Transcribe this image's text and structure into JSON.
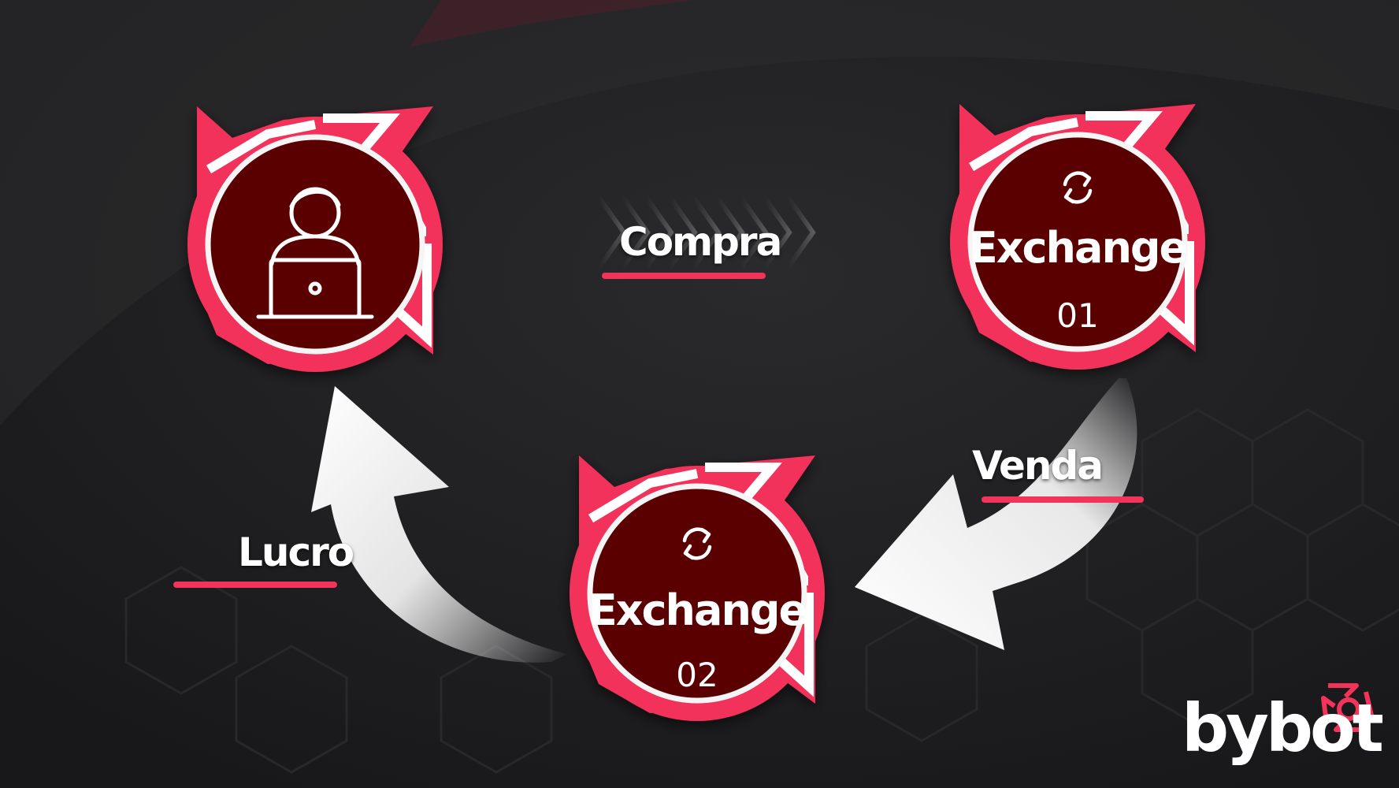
{
  "colors": {
    "background": "#1e1e20",
    "accent": "#f2335a",
    "node_fill": "#5a0000",
    "arrow": "#f2f2f2",
    "text": "#ffffff"
  },
  "nodes": [
    {
      "id": "user",
      "icon": "user-laptop-icon"
    },
    {
      "id": "exchange-01",
      "icon": "exchange-icon",
      "title": "Exchange",
      "number": "01"
    },
    {
      "id": "exchange-02",
      "icon": "exchange-icon",
      "title": "Exchange",
      "number": "02"
    }
  ],
  "flow": {
    "buy_label": "Compra",
    "sell_label": "Venda",
    "profit_label": "Lucro"
  },
  "logo": {
    "text": "bybot",
    "icon": "bybot-logo-icon"
  }
}
